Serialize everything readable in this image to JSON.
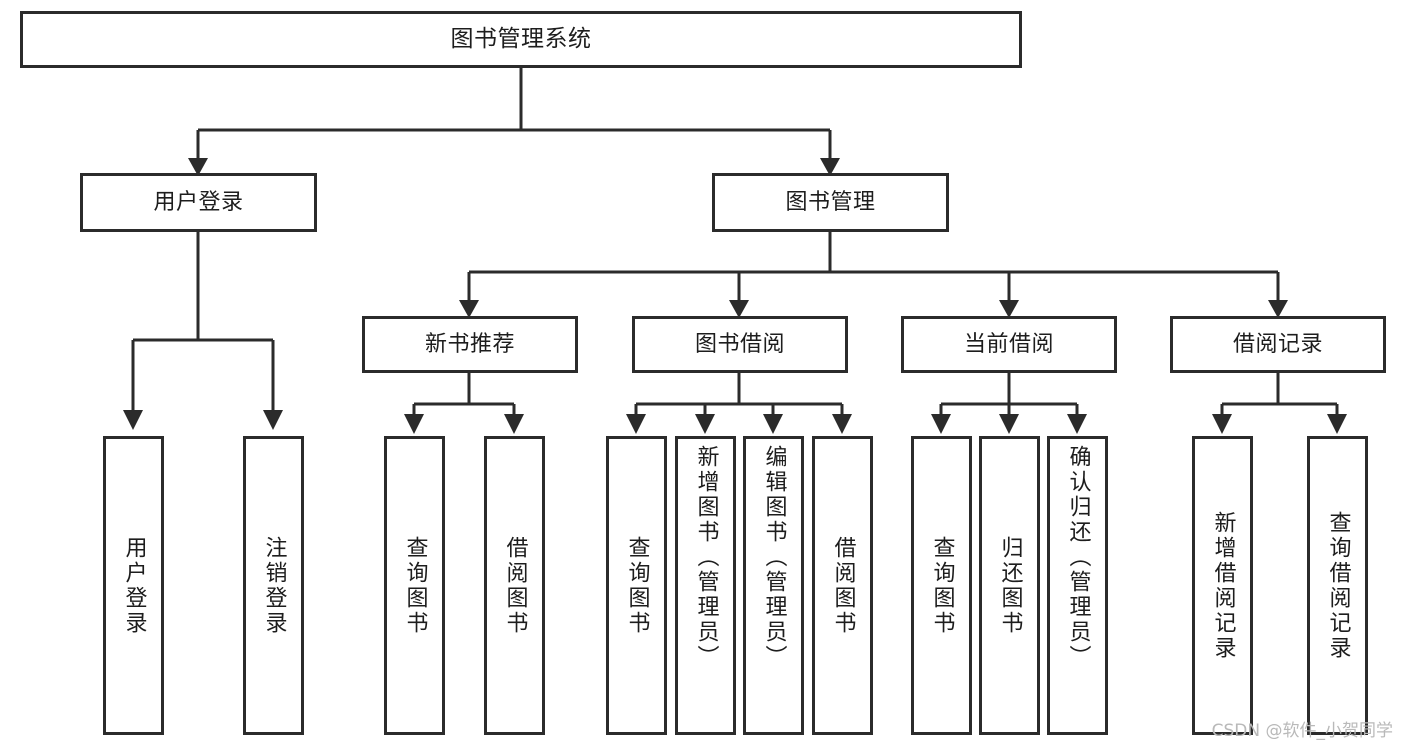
{
  "diagram": {
    "type": "tree-hierarchy",
    "title": "图书管理系统",
    "watermark": "CSDN @软件_小贺同学",
    "colors": {
      "stroke": "#2b2b2b",
      "fill": "#ffffff",
      "text": "#1d1d1d",
      "watermark": "#b9b9b9"
    },
    "levels": {
      "root": "图书管理系统",
      "level2": [
        "用户登录",
        "图书管理"
      ],
      "level3": [
        "新书推荐",
        "图书借阅",
        "当前借阅",
        "借阅记录"
      ]
    },
    "nodes": {
      "root": "图书管理系统",
      "user_login": "用户登录",
      "book_manage": "图书管理",
      "new_book_rec": "新书推荐",
      "book_borrow": "图书借阅",
      "current_borrow": "当前借阅",
      "borrow_record": "借阅记录",
      "leaf_user_login": "用户登录",
      "leaf_logout": "注销登录",
      "leaf_query_book_1": "查询图书",
      "leaf_borrow_book_1": "借阅图书",
      "leaf_query_book_2": "查询图书",
      "leaf_add_book": "新增图书（管理员）",
      "leaf_edit_book": "编辑图书（管理员）",
      "leaf_borrow_book_2": "借阅图书",
      "leaf_query_book_3": "查询图书",
      "leaf_return_book": "归还图书",
      "leaf_confirm_return": "确认归还（管理员）",
      "leaf_add_record": "新增借阅记录",
      "leaf_query_record": "查询借阅记录"
    },
    "edges": [
      {
        "from": "图书管理系统",
        "to": "用户登录"
      },
      {
        "from": "图书管理系统",
        "to": "图书管理"
      },
      {
        "from": "用户登录",
        "to": "用户登录"
      },
      {
        "from": "用户登录",
        "to": "注销登录"
      },
      {
        "from": "图书管理",
        "to": "新书推荐"
      },
      {
        "from": "图书管理",
        "to": "图书借阅"
      },
      {
        "from": "图书管理",
        "to": "当前借阅"
      },
      {
        "from": "图书管理",
        "to": "借阅记录"
      },
      {
        "from": "新书推荐",
        "to": "查询图书"
      },
      {
        "from": "新书推荐",
        "to": "借阅图书"
      },
      {
        "from": "图书借阅",
        "to": "查询图书"
      },
      {
        "from": "图书借阅",
        "to": "新增图书（管理员）"
      },
      {
        "from": "图书借阅",
        "to": "编辑图书（管理员）"
      },
      {
        "from": "图书借阅",
        "to": "借阅图书"
      },
      {
        "from": "当前借阅",
        "to": "查询图书"
      },
      {
        "from": "当前借阅",
        "to": "归还图书"
      },
      {
        "from": "当前借阅",
        "to": "确认归还（管理员）"
      },
      {
        "from": "借阅记录",
        "to": "新增借阅记录"
      },
      {
        "from": "借阅记录",
        "to": "查询借阅记录"
      }
    ]
  }
}
